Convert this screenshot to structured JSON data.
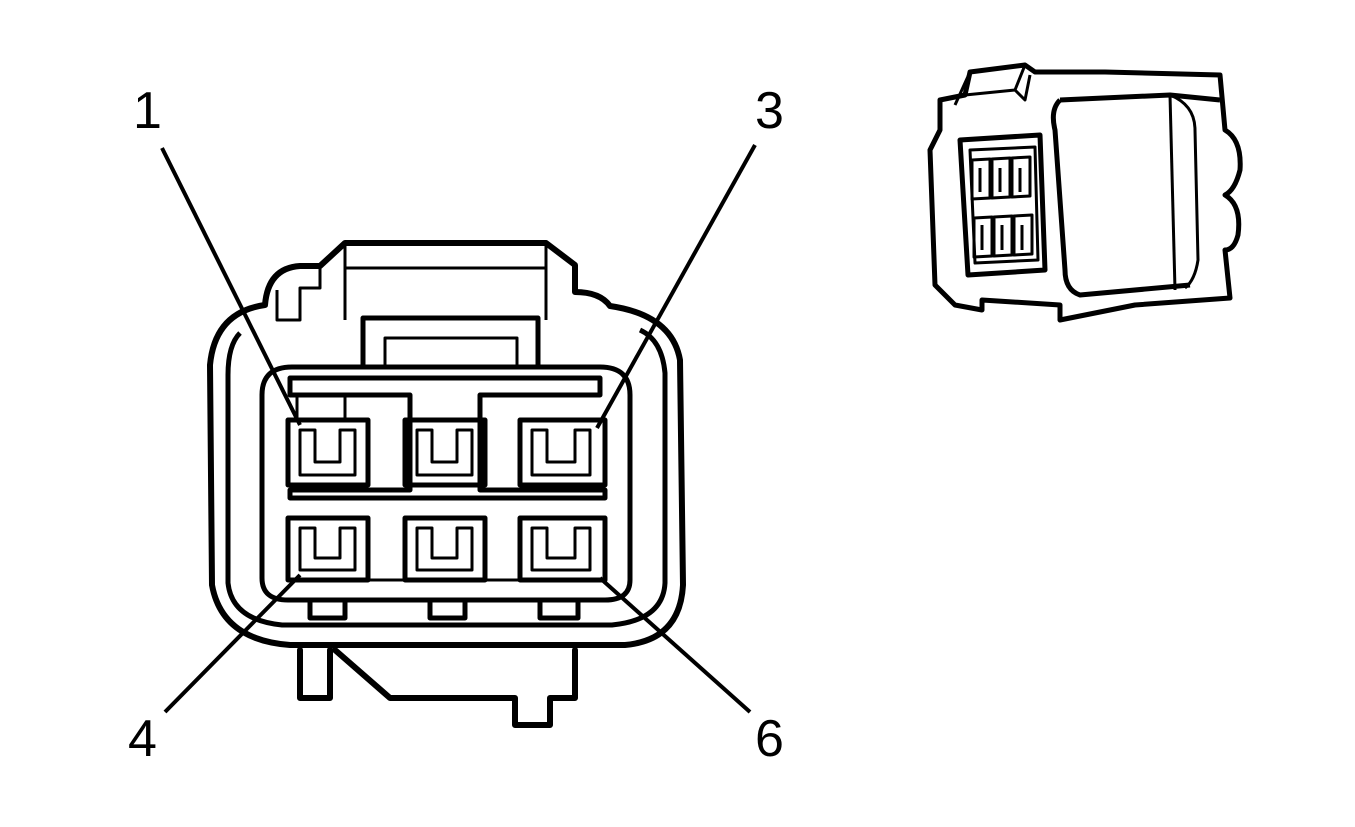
{
  "diagram": {
    "pin_labels": [
      {
        "id": "pin-1",
        "text": "1"
      },
      {
        "id": "pin-3",
        "text": "3"
      },
      {
        "id": "pin-4",
        "text": "4"
      },
      {
        "id": "pin-6",
        "text": "6"
      }
    ]
  }
}
